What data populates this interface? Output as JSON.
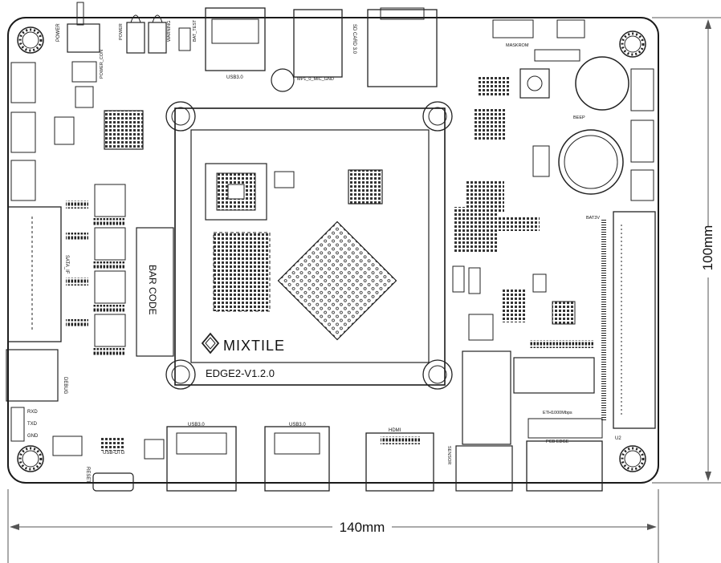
{
  "board": {
    "name": "EDGE2-V1.2.0",
    "brand": "MIXTILE",
    "barcode": "BAR CODE",
    "width_label": "140mm",
    "height_label": "100mm"
  },
  "labels": {
    "power": "POWER",
    "power_led": "POWER",
    "warning_led": "WARNING",
    "bat_test": "BAT_TEST",
    "power_con": "POWER_CON",
    "usb30_top": "USB3.0",
    "mic": "MP1_0_MIC_GND",
    "sd": "SD CARD 3.0",
    "maskrom": "MASKROM",
    "beep": "BEEP",
    "bat3v": "BAT3V",
    "sata": "SATA_IF",
    "debug": "DEBUG",
    "rxd": "RXD",
    "txd": "TXD",
    "gnd": "GND",
    "reset": "RESET",
    "usb_otg": "USB-OTG",
    "usb30_a": "USB3.0",
    "usb30_b": "USB3.0",
    "hdmi": "HDMI",
    "sensor": "SENSOR",
    "eth": "ETH1000Mbps",
    "pcb_edge": "PCB EDGE",
    "u2": "U2"
  },
  "colors": {
    "line": "#1a1a1a",
    "dim": "#555555"
  }
}
